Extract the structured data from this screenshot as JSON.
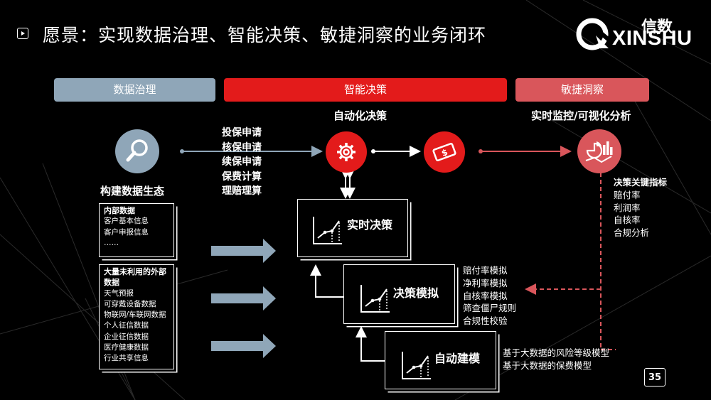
{
  "header": {
    "title": "愿景：实现数据治理、智能决策、敏捷洞察的业务闭环",
    "logo_cn": "信数",
    "logo_en": "XINSHU"
  },
  "bands": {
    "governance": "数据治理",
    "decision": "智能决策",
    "insight": "敏捷洞察"
  },
  "governance": {
    "icon": "search-icon",
    "caption": "构建数据生态",
    "internal": {
      "heading": "内部数据",
      "items": [
        "客户基本信息",
        "客户申报信息",
        "……"
      ]
    },
    "external": {
      "heading_line1": "大量未利用的外部",
      "heading_line2": "数据",
      "items": [
        "天气预报",
        "可穿戴设备数据",
        "物联网/车联网数据",
        "个人征信数据",
        "企业征信数据",
        "医疗健康数据",
        "行业共享信息"
      ]
    }
  },
  "processes": [
    "投保申请",
    "核保申请",
    "续保申请",
    "保费计算",
    "理赔理算"
  ],
  "decision": {
    "auto_label": "自动化决策",
    "gear_icon": "gear-icon",
    "money_icon": "money-icon",
    "cards": {
      "realtime": "实时决策",
      "simulation": "决策模拟",
      "modeling": "自动建模"
    },
    "simulation_items": [
      "赔付率模拟",
      "净利率模拟",
      "自核率模拟",
      "筛查僵尸规则",
      "合规性校验"
    ],
    "modeling_items": [
      "基于大数据的风险等级模型",
      "基于大数据的保费模型"
    ]
  },
  "insight": {
    "label": "实时监控/可视化分析",
    "icon": "dashboard-icon",
    "kpi_heading": "决策关键指标",
    "kpi_items": [
      "赔付率",
      "利润率",
      "自核率",
      "合规分析"
    ]
  },
  "colors": {
    "governance": "#8fa6b8",
    "decision": "#e31b1b",
    "insight": "#d9565b",
    "background": "#000000"
  },
  "page_number": "35"
}
